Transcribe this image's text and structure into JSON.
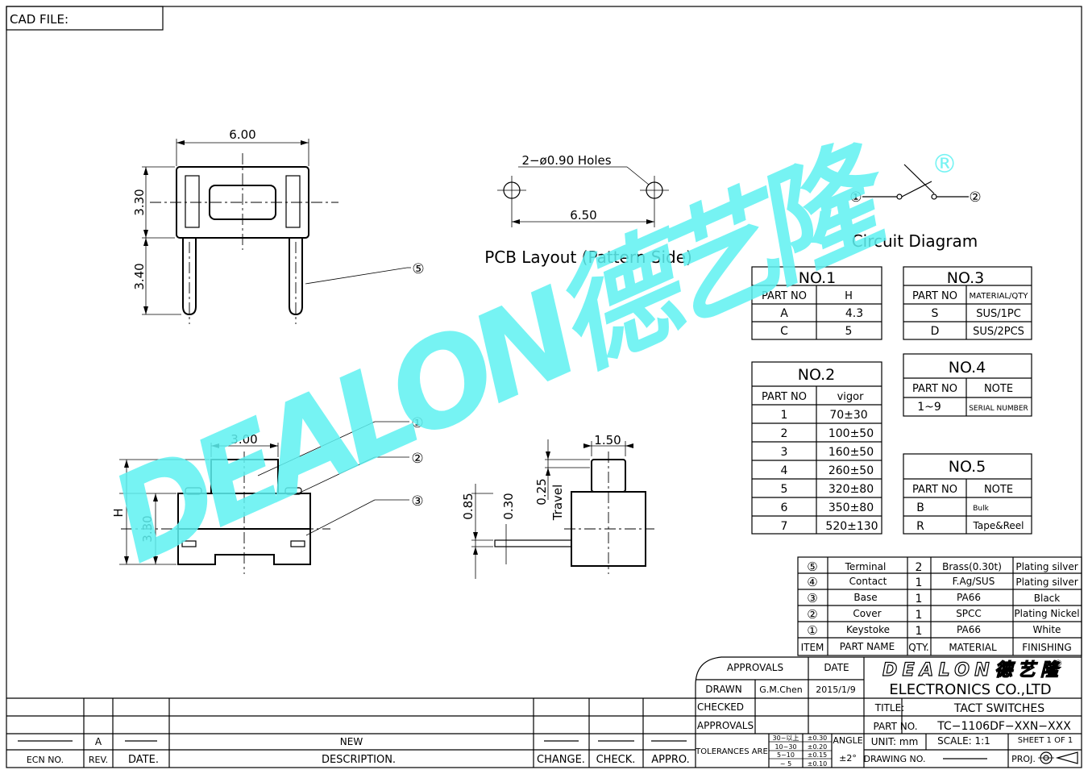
{
  "header": {
    "cad_file": "CAD FILE:"
  },
  "top_view": {
    "dim_width": "6.00",
    "dim_height": "3.30",
    "dim_pin": "3.40",
    "callout": "⑤"
  },
  "pcb": {
    "holes": "2−ø0.90  Holes",
    "spacing": "6.50",
    "title": "PCB  Layout  (Pattern  Side)"
  },
  "circuit": {
    "title": "Circuit  Diagram",
    "pin1": "①",
    "pin2": "②"
  },
  "logo": {
    "text": "DEALON德艺隆",
    "reg": "®"
  },
  "front_view": {
    "dim_width": "3.00",
    "dim_h": "H",
    "dim_height": "3.30",
    "callouts": [
      "①",
      "②",
      "③"
    ]
  },
  "side_view": {
    "dim_width": "1.50",
    "dim_085": "0.85",
    "dim_030": "0.30",
    "dim_025": "0.25",
    "travel": "Travel"
  },
  "no1": {
    "title": "NO.1",
    "headers": [
      "PART  NO",
      "H"
    ],
    "rows": [
      [
        "A",
        "4.3"
      ],
      [
        "C",
        "5"
      ]
    ]
  },
  "no2": {
    "title": "NO.2",
    "headers": [
      "PART  NO",
      "vigor"
    ],
    "rows": [
      [
        "1",
        "70±30"
      ],
      [
        "2",
        "100±50"
      ],
      [
        "3",
        "160±50"
      ],
      [
        "4",
        "260±50"
      ],
      [
        "5",
        "320±80"
      ],
      [
        "6",
        "350±80"
      ],
      [
        "7",
        "520±130"
      ]
    ]
  },
  "no3": {
    "title": "NO.3",
    "headers": [
      "PART  NO",
      "MATERIAL/QTY"
    ],
    "rows": [
      [
        "S",
        "SUS/1PC"
      ],
      [
        "D",
        "SUS/2PCS"
      ]
    ]
  },
  "no4": {
    "title": "NO.4",
    "headers": [
      "PART  NO",
      "NOTE"
    ],
    "rows": [
      [
        "1~9",
        "SERIAL  NUMBER"
      ]
    ]
  },
  "no5": {
    "title": "NO.5",
    "headers": [
      "PART  NO",
      "NOTE"
    ],
    "rows": [
      [
        "B",
        "Bulk"
      ],
      [
        "R",
        "Tape&Reel"
      ]
    ]
  },
  "bom": {
    "rows": [
      [
        "⑤",
        "Terminal",
        "2",
        "Brass(0.30t)",
        "Plating  silver"
      ],
      [
        "④",
        "Contact",
        "1",
        "F.Ag/SUS",
        "Plating  silver"
      ],
      [
        "③",
        "Base",
        "1",
        "PA66",
        "Black"
      ],
      [
        "②",
        "Cover",
        "1",
        "SPCC",
        "Plating  Nickel"
      ],
      [
        "①",
        "Keystoke",
        "1",
        "PA66",
        "White"
      ]
    ],
    "headers": [
      "ITEM",
      "PART  NAME",
      "QTY.",
      "MATERIAL",
      "FINISHING"
    ]
  },
  "title_block": {
    "approvals": "APPROVALS",
    "date": "DATE",
    "drawn": "DRAWN",
    "drawn_by": "G.M.Chen",
    "drawn_date": "2015/1/9",
    "checked": "CHECKED",
    "approvals2": "APPROVALS",
    "company_logo": "DEALON德艺隆",
    "company": "ELECTRONICS  CO.,LTD",
    "title_label": "TITLE:",
    "title": "TACT  SWITCHES",
    "part_no_label": "PART  NO.",
    "part_no": "TC−1106DF−XXN−XXX",
    "tolerances": "TOLERANCES  ARE",
    "tol_ranges": [
      "30~以上",
      "10~30",
      "5~10",
      "~ 5"
    ],
    "tol_values": [
      "±0.30",
      "±0.20",
      "±0.15",
      "±0.10"
    ],
    "angle": "ANGLE",
    "angle_value": "±2°",
    "unit": "UNIT:  mm",
    "scale": "SCALE:    1:1",
    "sheet": "SHEET    1  OF  1",
    "drawing_no": "DRAWING  NO.",
    "proj": "PROJ."
  },
  "revision": {
    "row_rev": "A",
    "row_desc": "NEW",
    "headers": [
      "ECN  NO.",
      "REV.",
      "DATE.",
      "DESCRIPTION.",
      "CHANGE.",
      "CHECK.",
      "APPRO."
    ]
  }
}
